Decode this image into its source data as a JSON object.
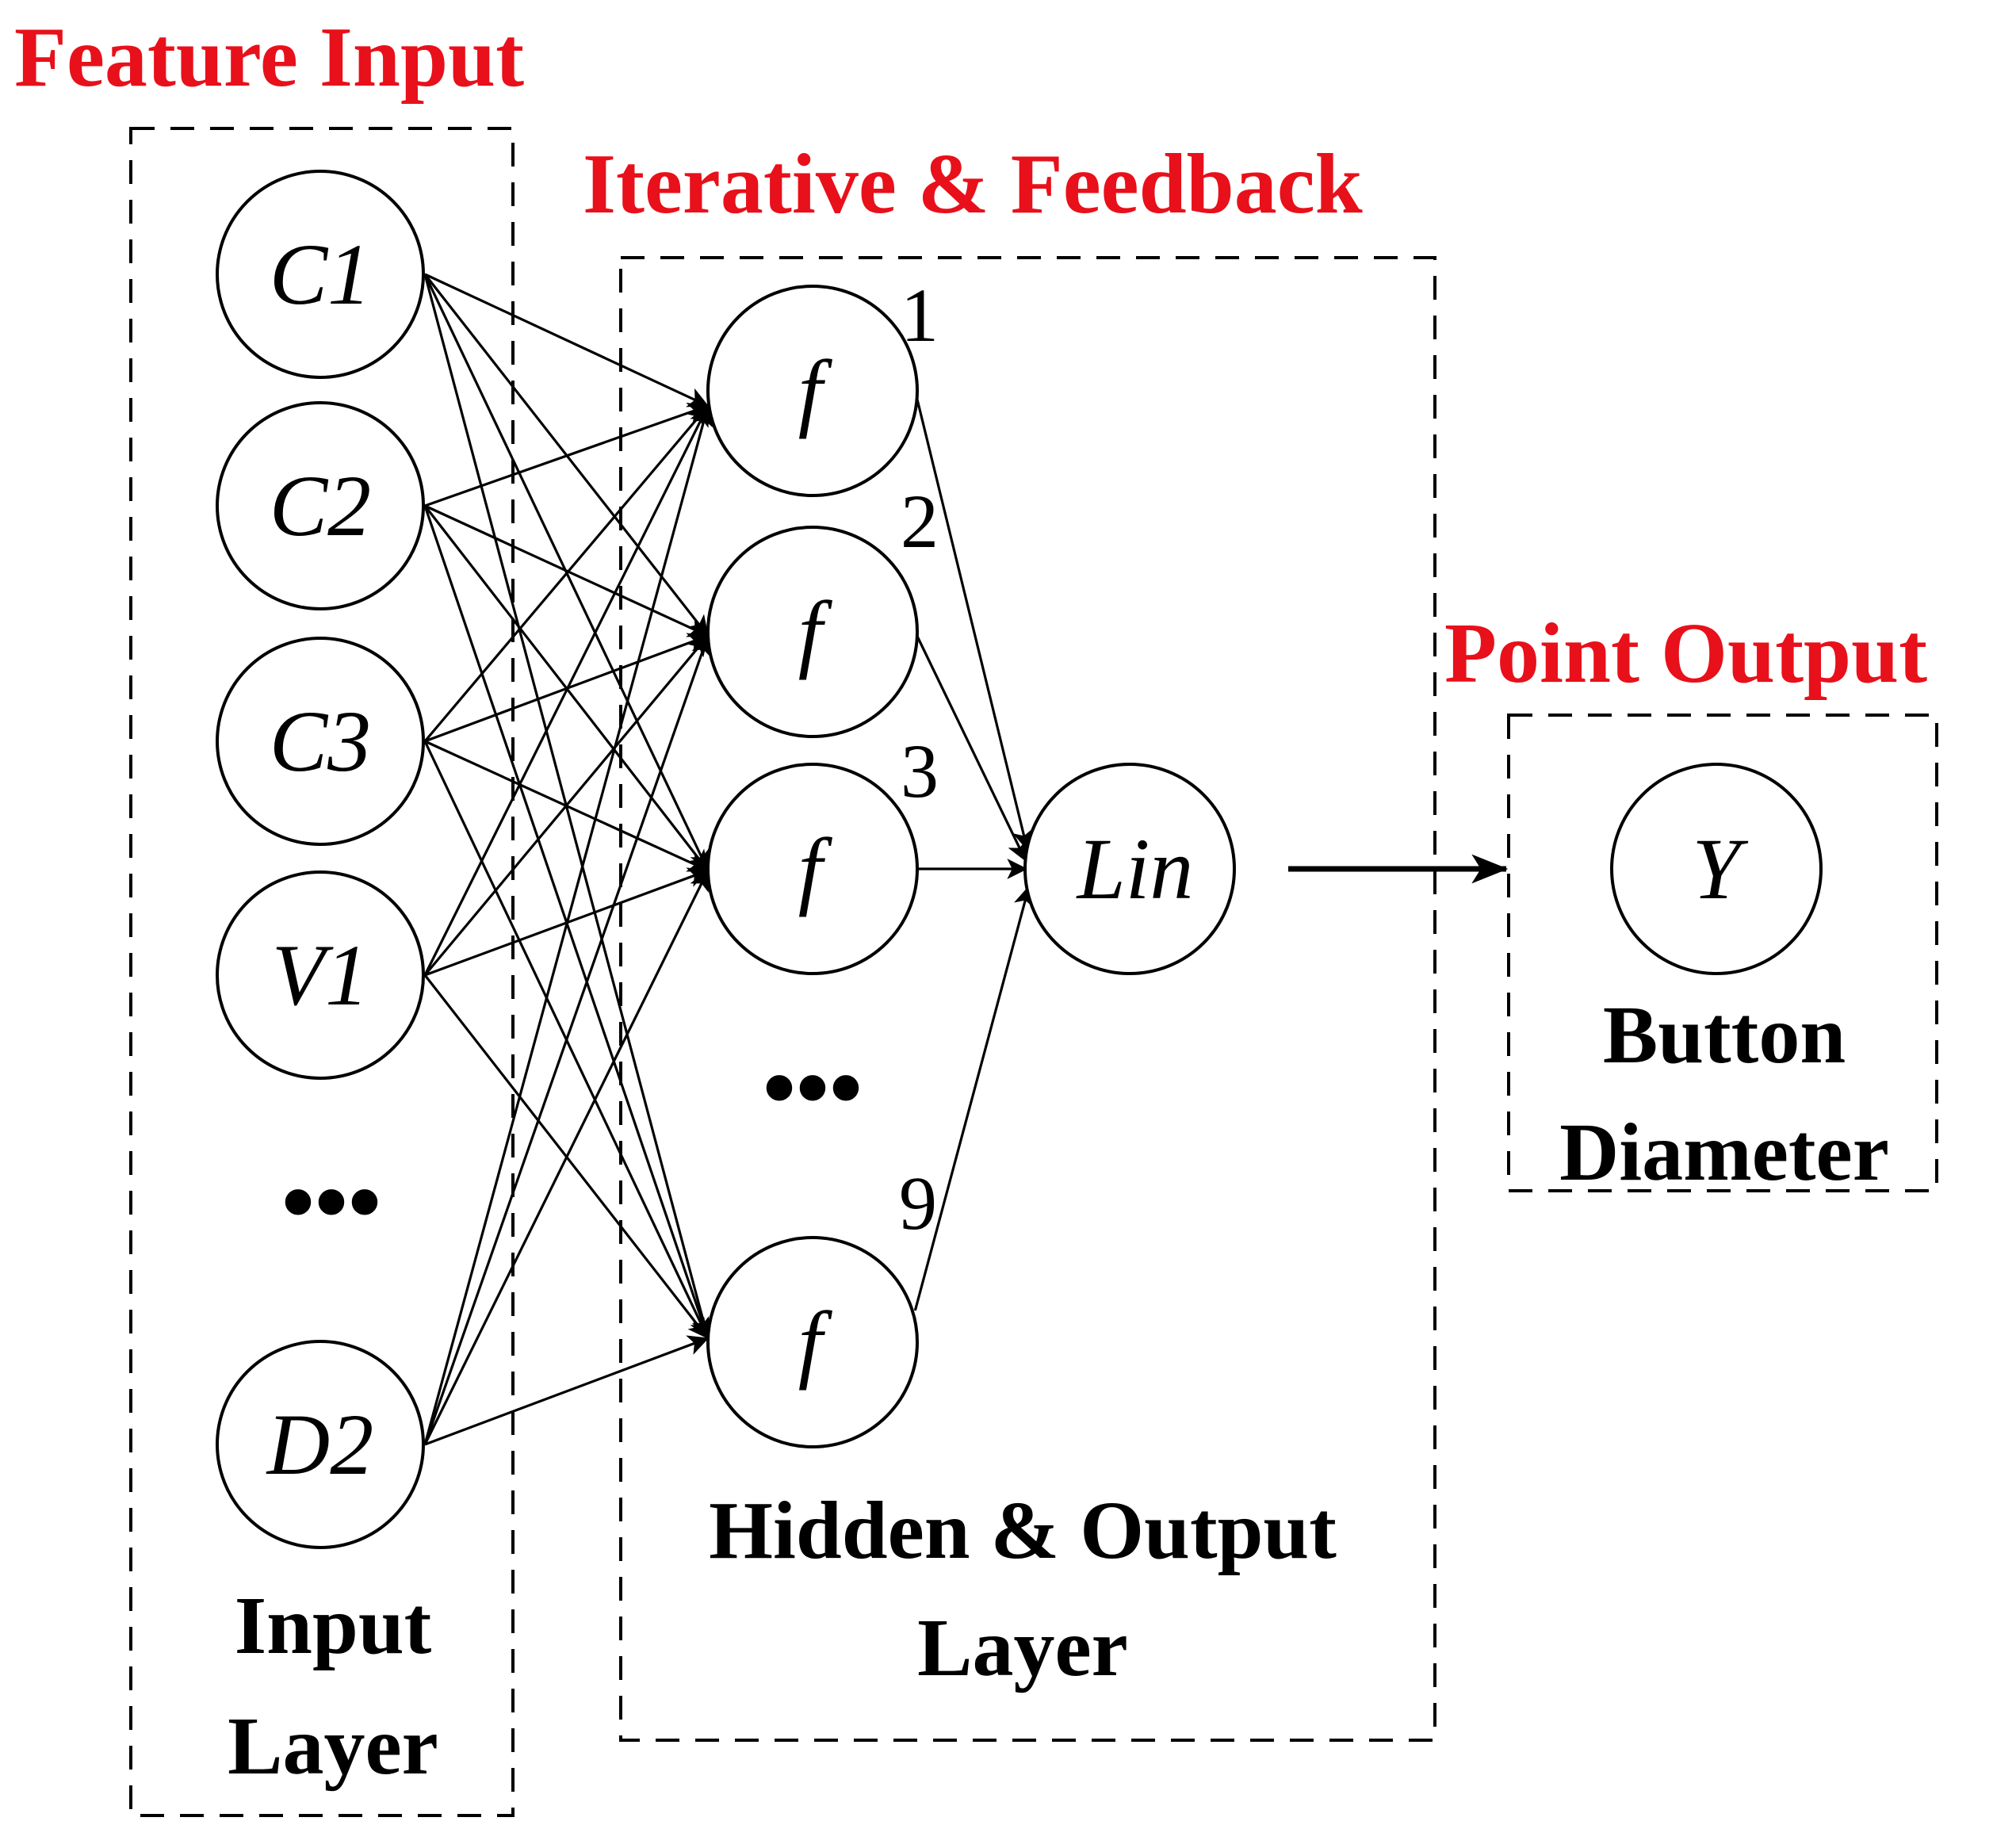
{
  "titles": {
    "feature_input": "Feature Input",
    "iterative_feedback": "Iterative & Feedback",
    "point_output": "Point Output"
  },
  "captions": {
    "input_layer_line1": "Input",
    "input_layer_line2": "Layer",
    "hidden_line1": "Hidden & Output",
    "hidden_line2": "Layer",
    "output_line1": "Button",
    "output_line2": "Diameter"
  },
  "input_nodes": [
    {
      "label": "C1"
    },
    {
      "label": "C2"
    },
    {
      "label": "C3"
    },
    {
      "label": "V1"
    },
    {
      "label": "D2"
    }
  ],
  "input_ellipsis": "•••",
  "hidden_nodes": [
    {
      "label": "f",
      "index": "1"
    },
    {
      "label": "f",
      "index": "2"
    },
    {
      "label": "f",
      "index": "3"
    },
    {
      "label": "f",
      "index": "9"
    }
  ],
  "hidden_ellipsis": "•••",
  "linear_node": {
    "label": "Lin"
  },
  "output_node": {
    "label": "Y"
  },
  "colors": {
    "title": "#e8101a",
    "ink": "#000000"
  }
}
